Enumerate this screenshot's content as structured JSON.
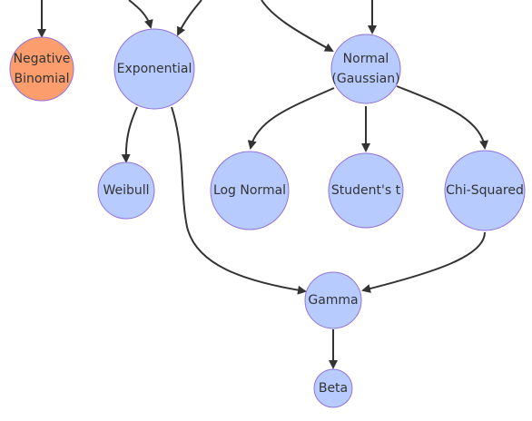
{
  "colors": {
    "node_fill": "#B8CBFE",
    "highlight_fill": "#FB9D6C",
    "node_stroke": "#9370DB",
    "edge": "#333333",
    "text": "#333333"
  },
  "nodes": {
    "negative_binomial": {
      "lines": [
        "Negative",
        "Binomial"
      ],
      "highlighted": true
    },
    "exponential": {
      "lines": [
        "Exponential"
      ],
      "highlighted": false
    },
    "normal": {
      "lines": [
        "Normal",
        "(Gaussian)"
      ],
      "highlighted": false
    },
    "weibull": {
      "lines": [
        "Weibull"
      ],
      "highlighted": false
    },
    "log_normal": {
      "lines": [
        "Log Normal"
      ],
      "highlighted": false
    },
    "students_t": {
      "lines": [
        "Student's t"
      ],
      "highlighted": false
    },
    "chi_squared": {
      "lines": [
        "Chi-Squared"
      ],
      "highlighted": false
    },
    "gamma": {
      "lines": [
        "Gamma"
      ],
      "highlighted": false
    },
    "beta": {
      "lines": [
        "Beta"
      ],
      "highlighted": false
    }
  },
  "edges": [
    {
      "from": "exponential",
      "to": "weibull"
    },
    {
      "from": "exponential",
      "to": "gamma"
    },
    {
      "from": "normal",
      "to": "log_normal"
    },
    {
      "from": "normal",
      "to": "students_t"
    },
    {
      "from": "normal",
      "to": "chi_squared"
    },
    {
      "from": "chi_squared",
      "to": "gamma"
    },
    {
      "from": "gamma",
      "to": "beta"
    }
  ]
}
